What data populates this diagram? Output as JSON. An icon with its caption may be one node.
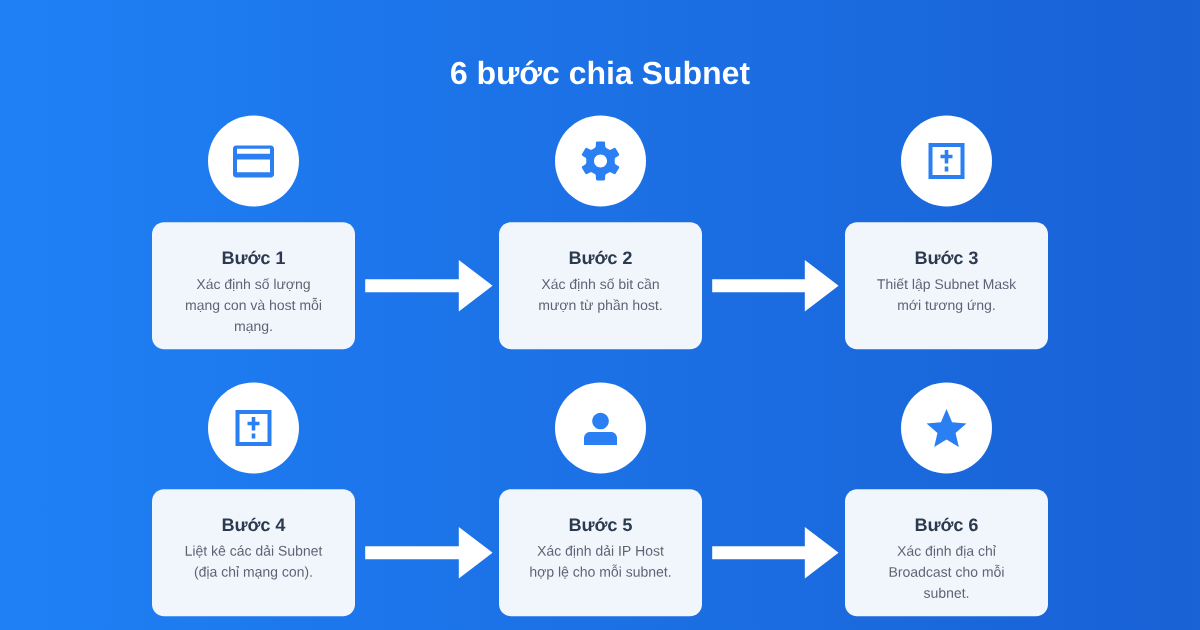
{
  "diagram": {
    "title": "6 bước chia Subnet",
    "nodes": [
      {
        "text": [
          "Bước 1",
          "Xác định số lượng mạng con và host mỗi mạng."
        ]
      },
      {
        "text": [
          "Bước 2",
          "Xác định số bit cần mượn từ phần host."
        ]
      },
      {
        "text": [
          "Bước 3",
          "Thiết lập Subnet Mask mới tương ứng."
        ]
      },
      {
        "text": [
          "Bước 4",
          "Liệt kê các dải Subnet (địa chỉ mạng con)."
        ]
      },
      {
        "text": [
          "Bước 5",
          "Xác định dải IP Host hợp lệ cho mỗi subnet."
        ]
      },
      {
        "text": [
          "Bước 6",
          "Xác định địa chỉ Broadcast cho mỗi subnet."
        ]
      }
    ],
    "edges": [
      {
        "from": 0,
        "to": 1,
        "arrow": "to"
      },
      {
        "from": 1,
        "to": 2,
        "arrow": "to"
      },
      {
        "from": 3,
        "to": 4,
        "arrow": "to"
      },
      {
        "from": 4,
        "to": 5,
        "arrow": "to"
      }
    ]
  }
}
